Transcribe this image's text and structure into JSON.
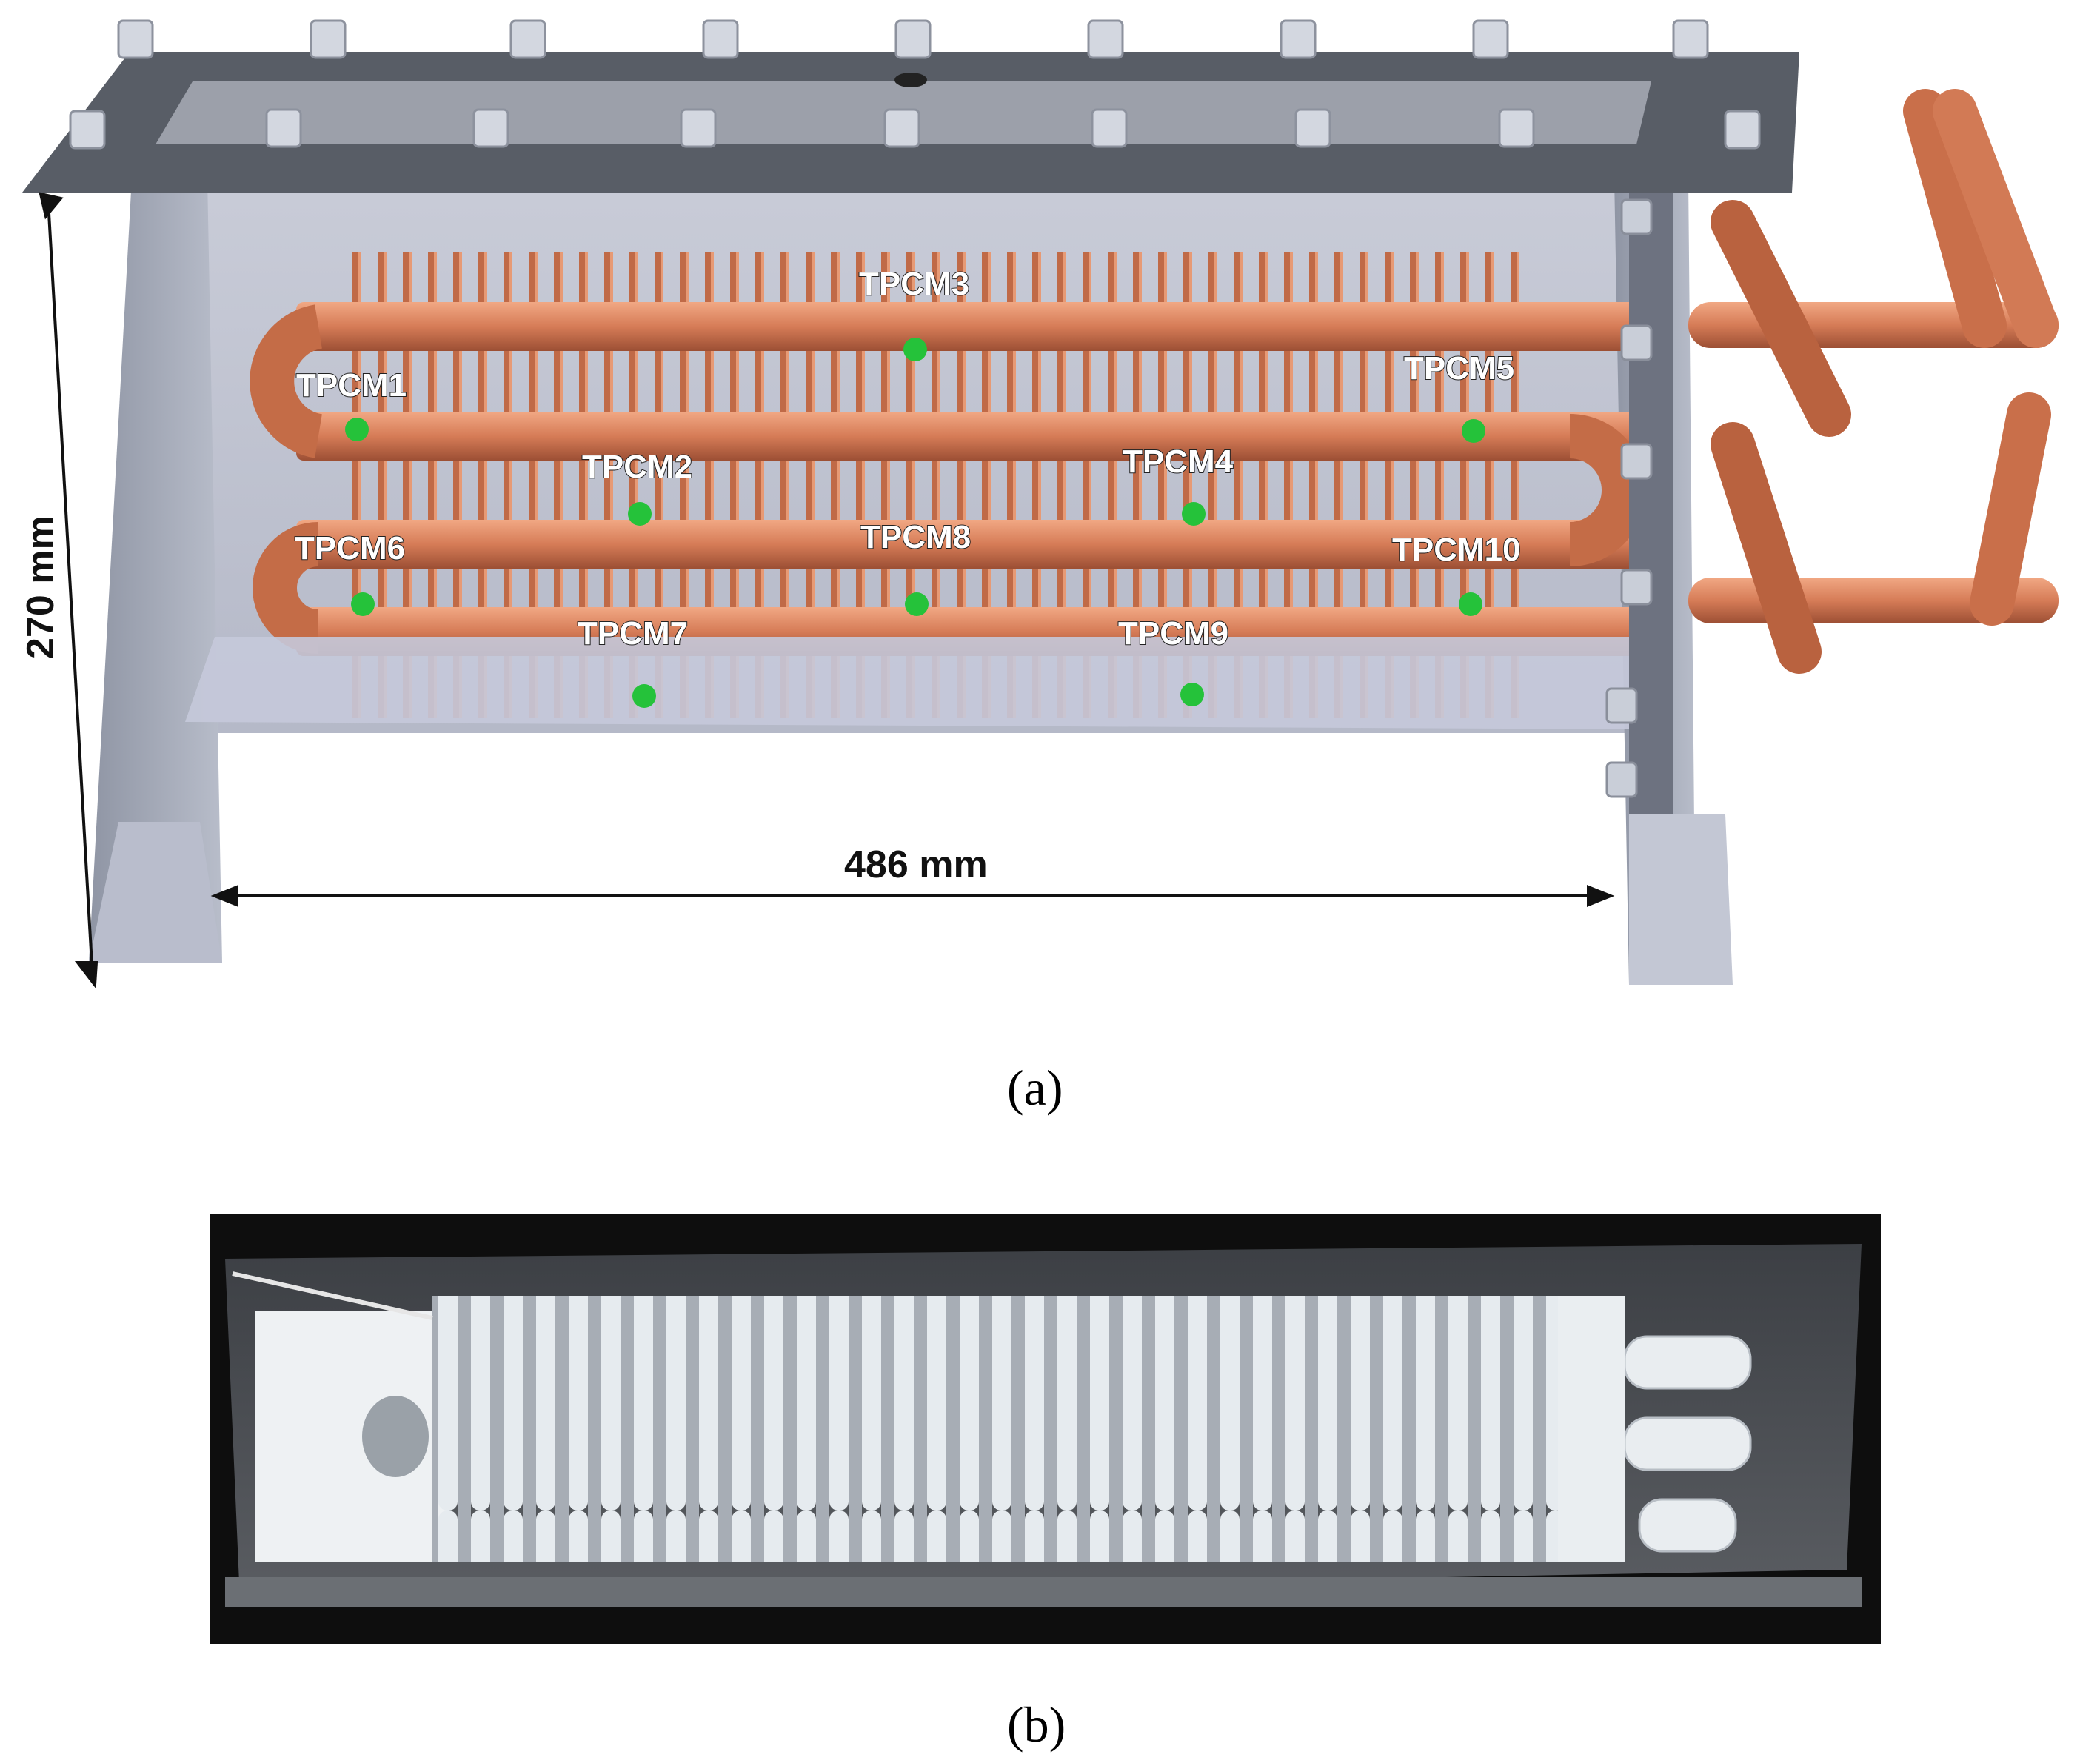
{
  "figure_a": {
    "dimension_width": "486 mm",
    "dimension_height": "270 mm",
    "sensors": [
      {
        "id": "TPCM1",
        "label": "TPCM1"
      },
      {
        "id": "TPCM2",
        "label": "TPCM2"
      },
      {
        "id": "TPCM3",
        "label": "TPCM3"
      },
      {
        "id": "TPCM4",
        "label": "TPCM4"
      },
      {
        "id": "TPCM5",
        "label": "TPCM5"
      },
      {
        "id": "TPCM6",
        "label": "TPCM6"
      },
      {
        "id": "TPCM7",
        "label": "TPCM7"
      },
      {
        "id": "TPCM8",
        "label": "TPCM8"
      },
      {
        "id": "TPCM9",
        "label": "TPCM9"
      },
      {
        "id": "TPCM10",
        "label": "TPCM10"
      }
    ],
    "caption": "(a)"
  },
  "figure_b": {
    "caption": "(b)"
  },
  "colors": {
    "copper": "#d9835f",
    "copper_dark": "#a9573a",
    "steel": "#9aa0ae",
    "steel_light": "#c8ccda",
    "lid": "#555a62",
    "sensor": "#22c33a",
    "pcm": "#e8edf1"
  }
}
